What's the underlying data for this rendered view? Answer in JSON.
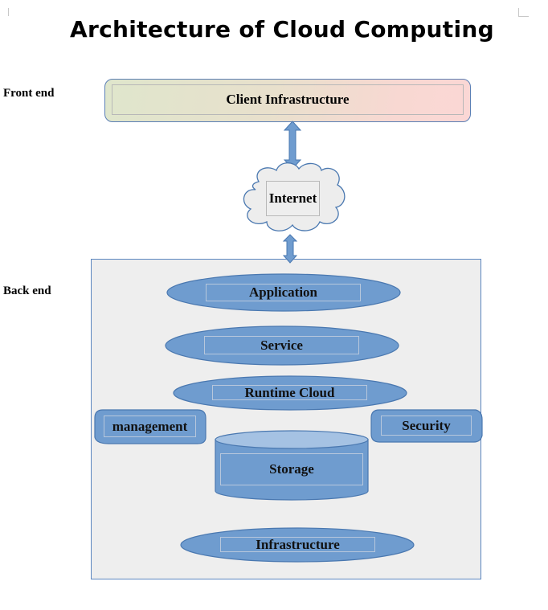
{
  "title": "Architecture of Cloud Computing",
  "side_labels": {
    "front_end": "Front end",
    "back_end": "Back end"
  },
  "front_end": {
    "client": "Client Infrastructure"
  },
  "network": {
    "internet": "Internet"
  },
  "back_end": {
    "layers": {
      "application": "Application",
      "service": "Service",
      "runtime": "Runtime Cloud",
      "management": "management",
      "security": "Security",
      "storage": "Storage",
      "infrastructure": "Infrastructure"
    }
  },
  "colors": {
    "shape_fill": "#6f9ccf",
    "shape_stroke": "#4a78b0",
    "storage_top": "#a5c2e3",
    "panel_bg": "#eeeeee",
    "cloud_fill": "#ededed"
  }
}
